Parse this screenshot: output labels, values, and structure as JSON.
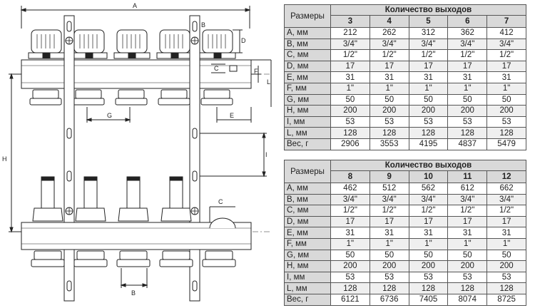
{
  "drawing": {
    "labels": {
      "A": "A",
      "B_top": "B",
      "C_top": "C",
      "D": "D",
      "F": "F",
      "L": "L",
      "G": "G",
      "E": "E",
      "H": "H",
      "I": "I",
      "C_bottom": "C",
      "B_bottom": "B"
    }
  },
  "tables": [
    {
      "sizes_label": "Размеры",
      "count_label": "Количество выходов",
      "columns": [
        "3",
        "4",
        "5",
        "6",
        "7"
      ],
      "rows": [
        {
          "label": "A, мм",
          "values": [
            "212",
            "262",
            "312",
            "362",
            "412"
          ]
        },
        {
          "label": "B, мм",
          "values": [
            "3/4\"",
            "3/4\"",
            "3/4\"",
            "3/4\"",
            "3/4\""
          ]
        },
        {
          "label": "C, мм",
          "values": [
            "1/2\"",
            "1/2\"",
            "1/2\"",
            "1/2\"",
            "1/2\""
          ]
        },
        {
          "label": "D, мм",
          "values": [
            "17",
            "17",
            "17",
            "17",
            "17"
          ]
        },
        {
          "label": "E, мм",
          "values": [
            "31",
            "31",
            "31",
            "31",
            "31"
          ]
        },
        {
          "label": "F, мм",
          "values": [
            "1\"",
            "1\"",
            "1\"",
            "1\"",
            "1\""
          ]
        },
        {
          "label": "G, мм",
          "values": [
            "50",
            "50",
            "50",
            "50",
            "50"
          ]
        },
        {
          "label": "H, мм",
          "values": [
            "200",
            "200",
            "200",
            "200",
            "200"
          ]
        },
        {
          "label": "I, мм",
          "values": [
            "53",
            "53",
            "53",
            "53",
            "53"
          ]
        },
        {
          "label": "L, мм",
          "values": [
            "128",
            "128",
            "128",
            "128",
            "128"
          ]
        },
        {
          "label": "Вес, г",
          "values": [
            "2906",
            "3553",
            "4195",
            "4837",
            "5479"
          ]
        }
      ]
    },
    {
      "sizes_label": "Размеры",
      "count_label": "Количество выходов",
      "columns": [
        "8",
        "9",
        "10",
        "11",
        "12"
      ],
      "rows": [
        {
          "label": "A, мм",
          "values": [
            "462",
            "512",
            "562",
            "612",
            "662"
          ]
        },
        {
          "label": "B, мм",
          "values": [
            "3/4\"",
            "3/4\"",
            "3/4\"",
            "3/4\"",
            "3/4\""
          ]
        },
        {
          "label": "C, мм",
          "values": [
            "1/2\"",
            "1/2\"",
            "1/2\"",
            "1/2\"",
            "1/2\""
          ]
        },
        {
          "label": "D, мм",
          "values": [
            "17",
            "17",
            "17",
            "17",
            "17"
          ]
        },
        {
          "label": "E, мм",
          "values": [
            "31",
            "31",
            "31",
            "31",
            "31"
          ]
        },
        {
          "label": "F, мм",
          "values": [
            "1\"",
            "1\"",
            "1\"",
            "1\"",
            "1\""
          ]
        },
        {
          "label": "G, мм",
          "values": [
            "50",
            "50",
            "50",
            "50",
            "50"
          ]
        },
        {
          "label": "H, мм",
          "values": [
            "200",
            "200",
            "200",
            "200",
            "200"
          ]
        },
        {
          "label": "I, мм",
          "values": [
            "53",
            "53",
            "53",
            "53",
            "53"
          ]
        },
        {
          "label": "L, мм",
          "values": [
            "128",
            "128",
            "128",
            "128",
            "128"
          ]
        },
        {
          "label": "Вес, г",
          "values": [
            "6121",
            "6736",
            "7405",
            "8074",
            "8725"
          ]
        }
      ]
    }
  ]
}
